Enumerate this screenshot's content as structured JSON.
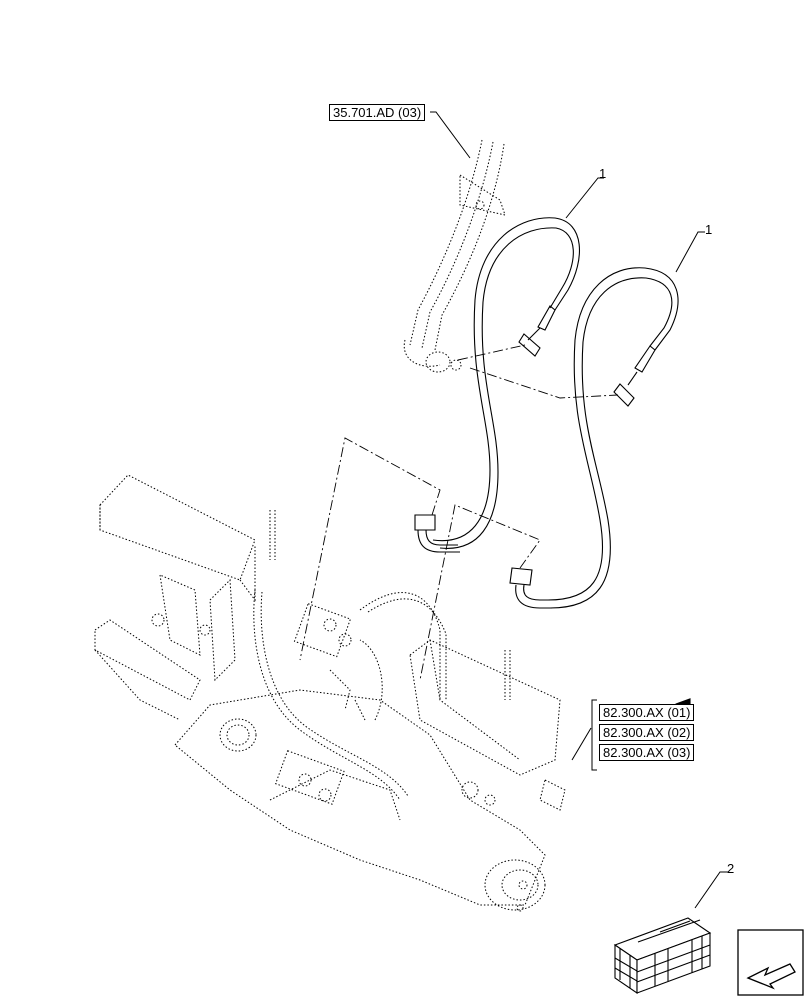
{
  "references": {
    "top": "35.701.AD (03)",
    "group": [
      "82.300.AX (01)",
      "82.300.AX (02)",
      "82.300.AX (03)"
    ]
  },
  "callouts": {
    "hose_upper": "1",
    "hose_lower": "1",
    "kit": "2"
  },
  "icons": [
    "hose-assembly-icon",
    "axle-assembly-icon",
    "parts-kit-crate-icon",
    "next-page-arrow-icon"
  ]
}
